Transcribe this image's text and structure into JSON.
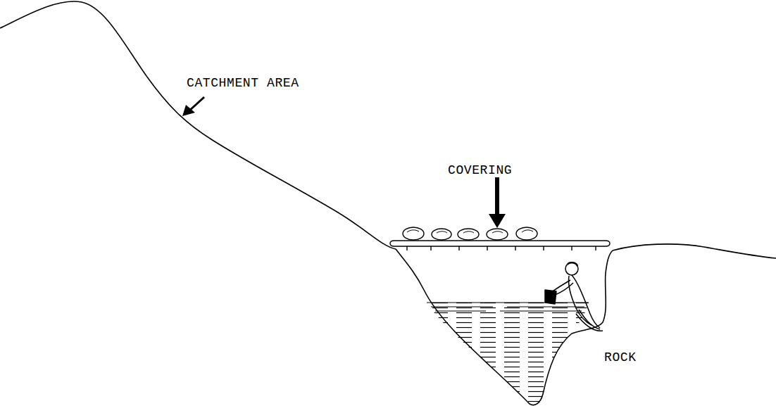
{
  "diagram": {
    "labels": [
      "CATCHMENT AREA",
      "COVERING",
      "ROCK"
    ]
  }
}
